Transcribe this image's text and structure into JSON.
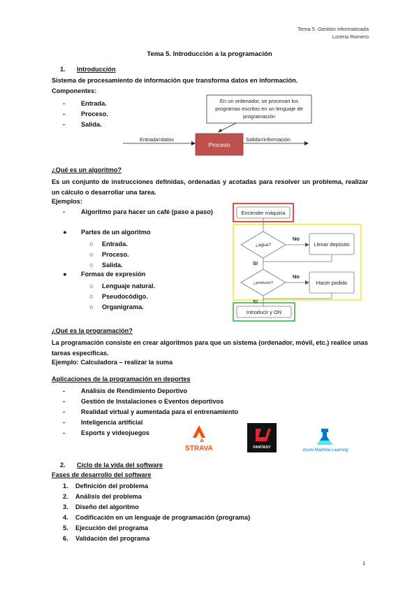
{
  "header": {
    "line1": "Tema 5. Gestión informatizada",
    "line2": "Lorena Romero"
  },
  "title": "Tema 5. Introducción a la programación",
  "section1": {
    "number": "1.",
    "heading": "Introducción",
    "definition": "Sistema de procesamiento de información que transforma datos en información.",
    "components_label": "Componentes:",
    "components": [
      "Entrada.",
      "Proceso.",
      "Salida."
    ],
    "diagram": {
      "callout": [
        "En un ordenador, se procesan los",
        "programas escritos en un lenguaje de",
        "programación"
      ],
      "input_label": "Entrada=datos",
      "process_label": "Proceso",
      "output_label": "Salida=información",
      "colors": {
        "process_fill": "#c0504d",
        "process_border": "#8c3836"
      }
    }
  },
  "algorithm": {
    "heading": "¿Qué es un algoritmo?",
    "definition": "Es un conjunto de instrucciones definidas, ordenadas y acotadas para resolver un problema, realizar un cálculo o desarrollar una tarea.",
    "examples_label": "Ejemplos:",
    "example_item": "Algoritmo para hacer un café (paso a paso)",
    "parts_label": "Partes de un algoritmo",
    "parts": [
      "Entrada.",
      "Proceso.",
      "Salida."
    ],
    "forms_label": "Formas de expresión",
    "forms": [
      "Lenguaje natural.",
      "Pseudocódigo.",
      "Organigrama."
    ],
    "flowchart": {
      "start": "Encender máquina",
      "decision1": "¿agua?",
      "action1": "Llenar depósito",
      "decision2": "¿producto?",
      "action2": "Hacer pedido",
      "end": "Introducir y ON",
      "no_label": "No",
      "yes_label": "Sí",
      "colors": {
        "start_frame": "#e02020",
        "middle_frame": "#f5e642",
        "end_frame": "#3cb043"
      }
    }
  },
  "programming": {
    "heading": "¿Qué es la programación?",
    "definition": "La programación consiste en crear algoritmos para que un sistema (ordenador, móvil, etc.) realice unas tareas específicas.",
    "example": "Ejemplo: Calculadora – realizar la suma"
  },
  "sports": {
    "heading": "Aplicaciones de la programación en deportes",
    "items": [
      "Análisis de Rendimiento Deportivo",
      "Gestión de Instalaciones o Eventos deportivos",
      "Realidad virtual y aumentada para el entrenamiento",
      "Inteligencia artificial",
      "Esports y videojuegos"
    ],
    "logos": {
      "strava": "STRAVA",
      "fantasy": "FANTASY",
      "azure": "Azure Machine Learning"
    },
    "colors": {
      "strava": "#fc4c02",
      "fantasy_bg": "#111111",
      "fantasy_accent": "#e8232a",
      "azure": "#0078d4"
    }
  },
  "section2": {
    "number": "2.",
    "heading": "Ciclo de la vida del software",
    "phases_heading": "Fases de desarrollo del software",
    "phases": [
      {
        "n": "1.",
        "text": "Definición del problema"
      },
      {
        "n": "2.",
        "text": "Análisis del problema"
      },
      {
        "n": "3.",
        "text": "Diseño del algoritmo"
      },
      {
        "n": "4.",
        "text": "Codificación en un lenguaje de programación (programa)"
      },
      {
        "n": "5.",
        "text": "Ejecución del programa"
      },
      {
        "n": "6.",
        "text": "Validación del programa"
      }
    ]
  },
  "footer": {
    "page_number": "1"
  }
}
